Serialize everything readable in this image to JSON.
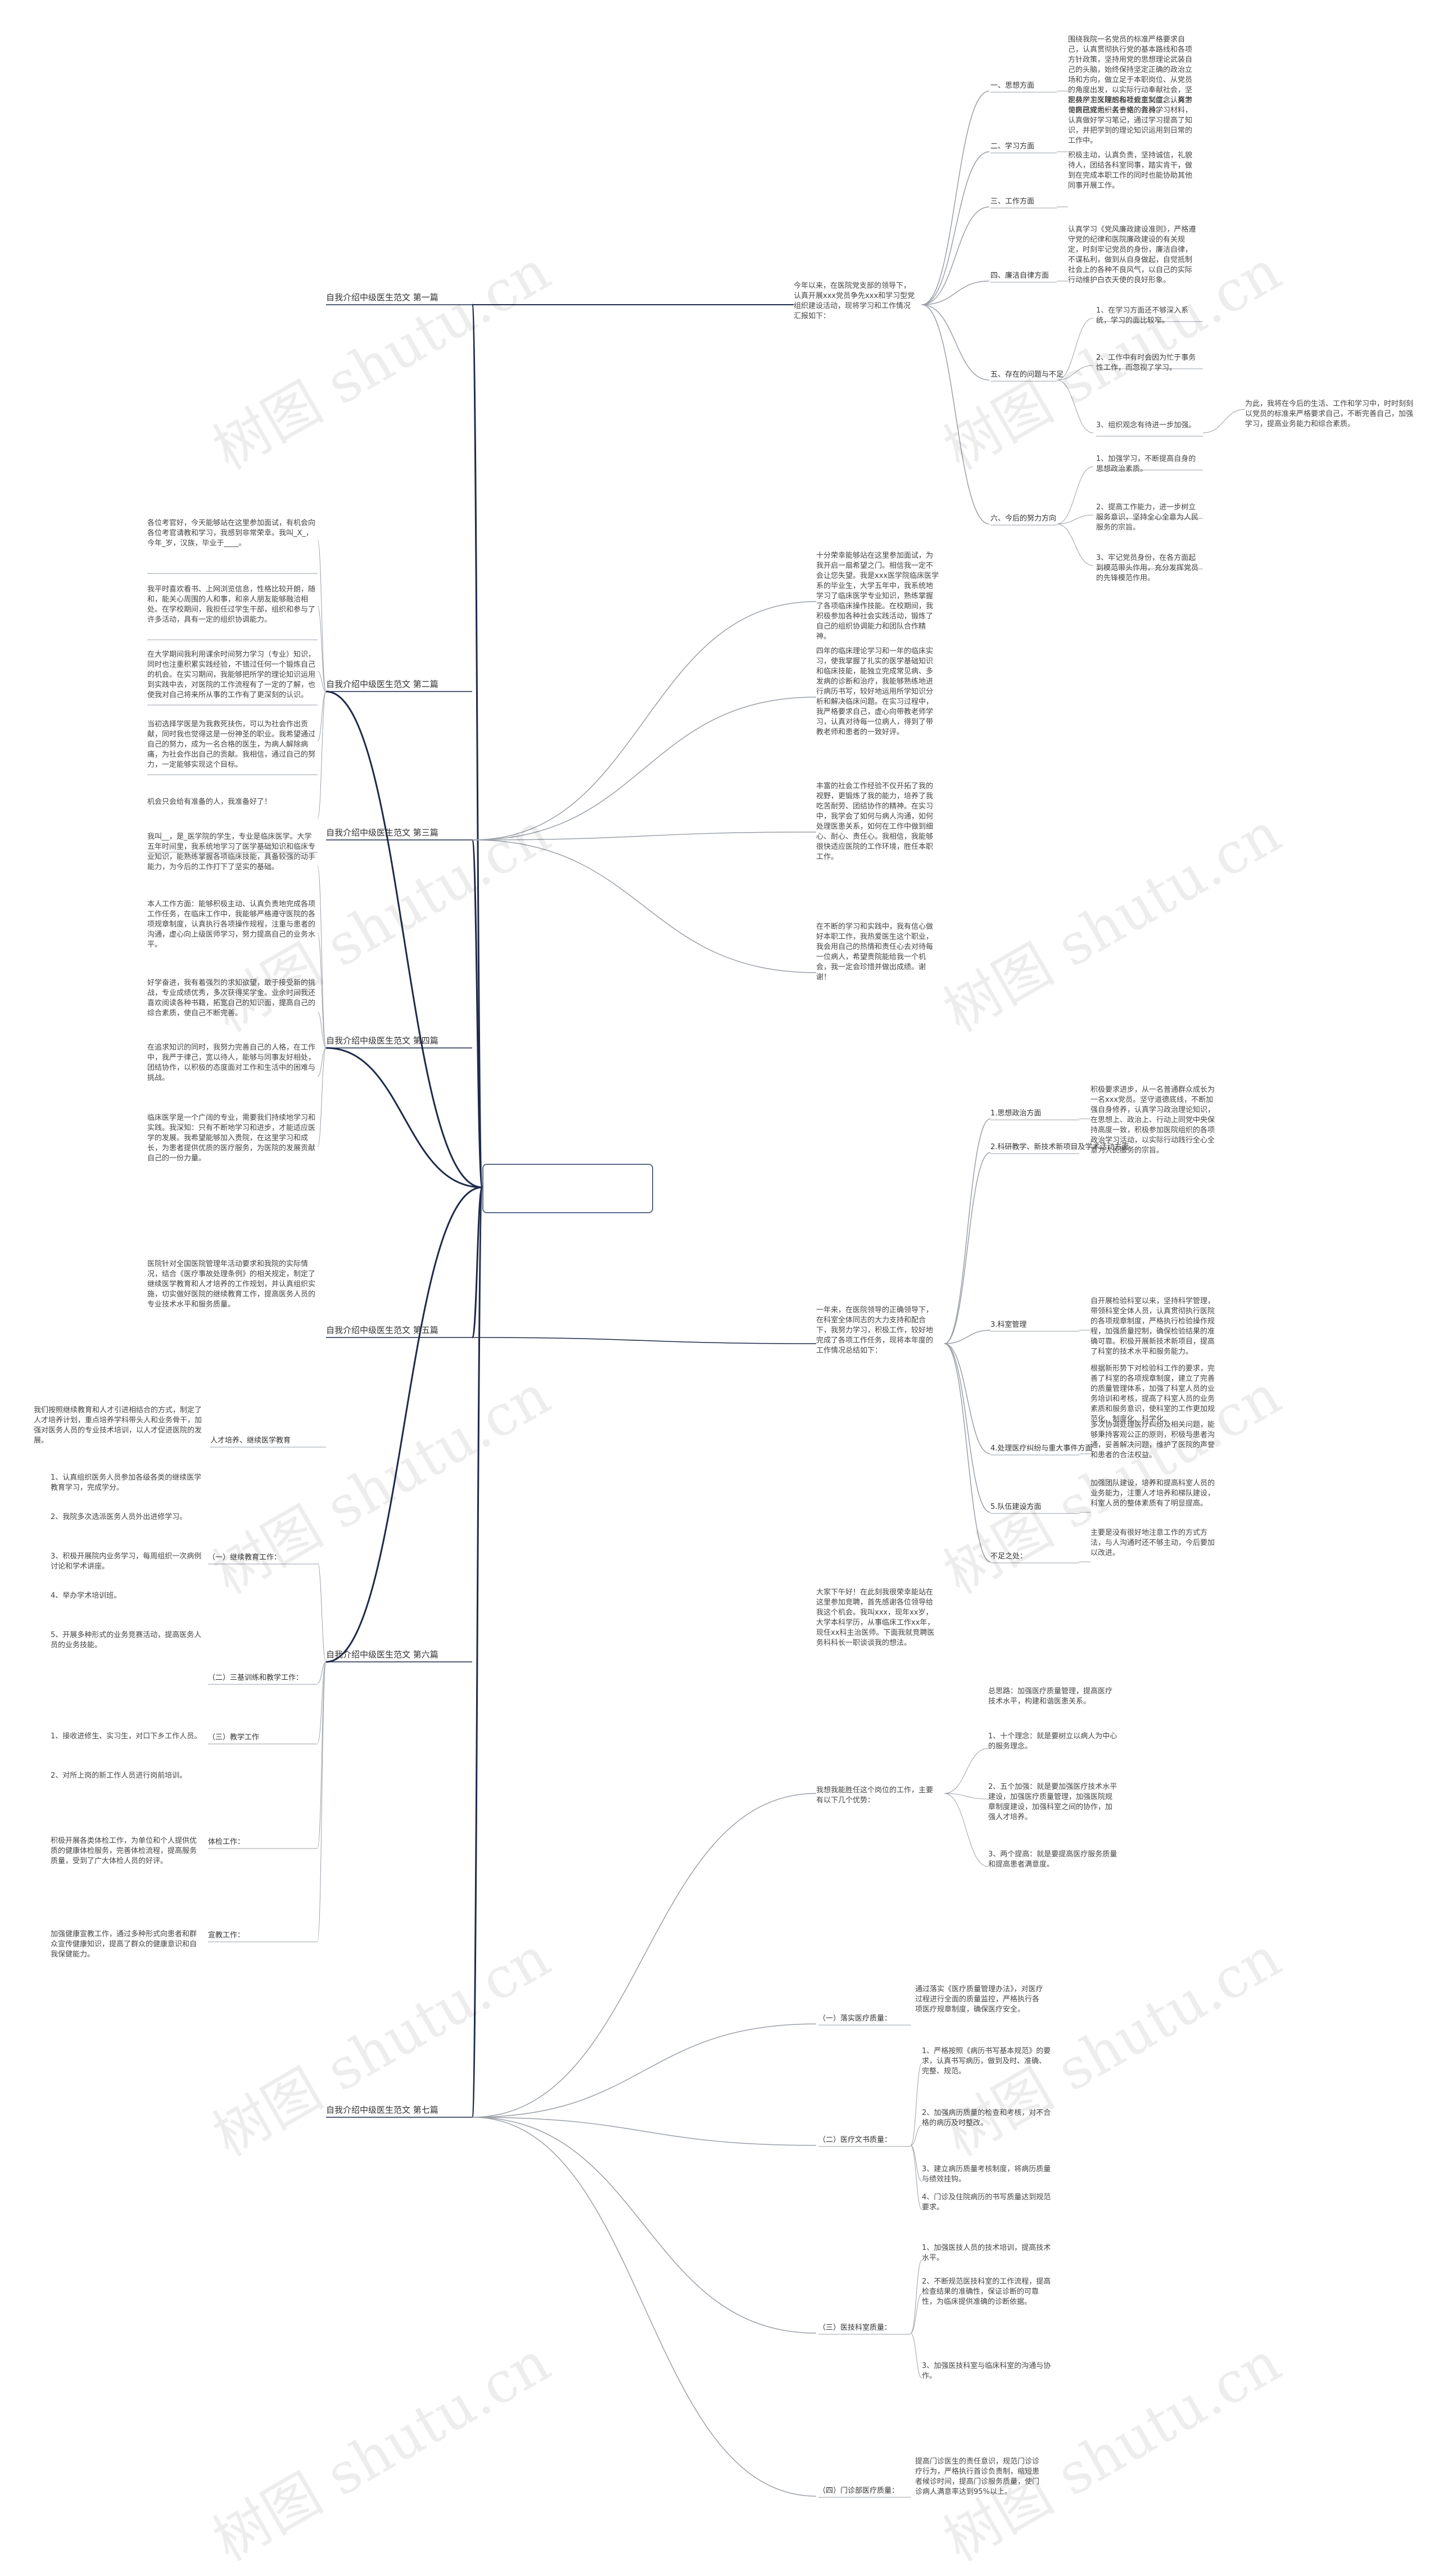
{
  "watermark": "树图 shutu.cn",
  "root": "",
  "branches": [
    {
      "label": "自我介绍中级医生范文 第一篇",
      "intro": "今年以来，在医院党支部的领导下，认真开展xxx党员争先xxx和学习型党组织建设活动，现将学习和工作情况汇报如下：",
      "subs": [
        {
          "label": "一、思想方面",
          "text": "围绕我院一名党员的标准严格要求自己，认真贯彻执行党的基本路线和各项方针政策，坚持用党的思想理论武装自己的头脑，始终保持坚定正确的政治立场和方向，做立足于本职岗位、从党员的角度出发，以实际行动奉献社会，坚定共产主义理想和社会主义信念，努力使自己成为一名合格的党员。"
        },
        {
          "label": "二、学习方面",
          "text": "积极学习医院的各项规章制度，认真学习医院党组织关于党的各种学习材料，认真做好学习笔记，通过学习提高了知识，并把学到的理论知识运用到日常的工作中。"
        },
        {
          "label": "三、工作方面",
          "text": "积极主动，认真负责，坚持诚信，礼貌待人，团结各科室同事，踏实肯干，做到在完成本职工作的同时也能协助其他同事开展工作。"
        },
        {
          "label": "四、廉洁自律方面",
          "text": "认真学习《党风廉政建设准则》，严格遵守党的纪律和医院廉政建设的有关规定，时刻牢记党员的身份，廉洁自律，不谋私利，做到从自身做起，自觉抵制社会上的各种不良风气，以自己的实际行动维护白衣天使的良好形象。"
        },
        {
          "label": "五、存在的问题与不足",
          "items": [
            "1、在学习方面还不够深入系统，学习的面比较窄。",
            "2、工作中有时会因为忙于事务性工作，而忽视了学习。",
            "3、组织观念有待进一步加强。"
          ],
          "note": "为此，我将在今后的生活、工作和学习中，时时刻刻以党员的标准来严格要求自己，不断完善自己，加强学习，提高业务能力和综合素质。"
        },
        {
          "label": "六、今后的努力方向",
          "items": [
            "1、加强学习，不断提高自身的思想政治素质。",
            "2、提高工作能力，进一步树立服务意识，坚持全心全意为人民服务的宗旨。",
            "3、牢记党员身份，在各方面起到模范带头作用，充分发挥党员的先锋模范作用。"
          ]
        }
      ]
    },
    {
      "label": "自我介绍中级医生范文 第二篇",
      "paras": [
        "各位考官好，今天能够站在这里参加面试，有机会向各位考官请教和学习，我感到非常荣幸。我叫_X_，今年_岁，汉族，毕业于____。",
        "我平时喜欢看书、上网浏览信息，性格比较开朗，随和，能关心周围的人和事，和亲人朋友能够融洽相处。在学校期间，我担任过学生干部，组织和参与了许多活动，具有一定的组织协调能力。",
        "在大学期间我利用课余时间努力学习（专业）知识，同时也注重积累实践经验，不错过任何一个锻炼自己的机会。在实习期间，我能够把所学的理论知识运用到实践中去，对医院的工作流程有了一定的了解，也使我对自己将来所从事的工作有了更深刻的认识。",
        "当初选择学医是为我救死扶伤，可以为社会作出贡献，同时我也觉得这是一份神圣的职业。我希望通过自己的努力，成为一名合格的医生，为病人解除病痛，为社会作出自己的贡献。我相信，通过自己的努力，一定能够实现这个目标。",
        "机会只会给有准备的人，我准备好了！"
      ]
    },
    {
      "label": "自我介绍中级医生范文 第三篇",
      "paras": [
        "十分荣幸能够站在这里参加面试，为我开启一扇希望之门。相信我一定不会让您失望。我是xxx医学院临床医学系的毕业生，大学五年中，我系统地学习了临床医学专业知识，熟练掌握了各项临床操作技能。在校期间，我积极参加各种社会实践活动，锻炼了自己的组织协调能力和团队合作精神。",
        "四年的临床理论学习和一年的临床实习，使我掌握了扎实的医学基础知识和临床技能，能独立完成常见病、多发病的诊断和治疗，我能够熟练地进行病历书写，较好地运用所学知识分析和解决临床问题。在实习过程中，我严格要求自己，虚心向带教老师学习，认真对待每一位病人，得到了带教老师和患者的一致好评。",
        "丰富的社会工作经验不仅开拓了我的视野，更锻炼了我的能力，培养了我吃苦耐劳、团结协作的精神。在实习中，我学会了如何与病人沟通，如何处理医患关系，如何在工作中做到细心、耐心、责任心。我相信，我能够很快适应医院的工作环境，胜任本职工作。",
        "在不断的学习和实践中，我有信心做好本职工作，我热爱医生这个职业，我会用自己的热情和责任心去对待每一位病人，希望贵院能给我一个机会，我一定会珍惜并做出成绩。谢谢！"
      ]
    },
    {
      "label": "自我介绍中级医生范文 第四篇",
      "paras": [
        "我叫__，是_医学院的学生，专业是临床医学。大学五年时间里，我系统地学习了医学基础知识和临床专业知识，能熟练掌握各项临床技能，具备较强的动手能力，为今后的工作打下了坚实的基础。",
        "本人工作方面：能够积极主动、认真负责地完成各项工作任务，在临床工作中，我能够严格遵守医院的各项规章制度，认真执行各项操作规程，注重与患者的沟通，虚心向上级医师学习，努力提高自己的业务水平。",
        "好学奋进，我有着强烈的求知欲望，敢于接受新的挑战，专业成绩优秀，多次获得奖学金。业余时间我还喜欢阅读各种书籍，拓宽自己的知识面，提高自己的综合素质，使自己不断完善。",
        "在追求知识的同时，我努力完善自己的人格，在工作中，我严于律己，宽以待人，能够与同事友好相处，团结协作，以积极的态度面对工作和生活中的困难与挑战。",
        "临床医学是一个广阔的专业，需要我们持续地学习和实践。我深知：只有不断地学习和进步，才能适应医学的发展。我希望能够加入贵院，在这里学习和成长，为患者提供优质的医疗服务，为医院的发展贡献自己的一份力量。"
      ]
    },
    {
      "label": "自我介绍中级医生范文 第五篇",
      "intro": "一年来，在医院领导的正确领导下，在科室全体同志的大力支持和配合下，我努力学习，积极工作，较好地完成了各项工作任务，现将本年度的工作情况总结如下：",
      "subs": [
        {
          "label": "1.思想政治方面",
          "text": "积极要求进步，从一名普通群众成长为一名xxx党员。坚守道德底线，不断加强自身修养，认真学习政治理论知识，在思想上、政治上、行动上同党中央保持高度一致，积极参加医院组织的各项政治学习活动，以实际行动践行全心全意为人民服务的宗旨。"
        },
        {
          "label": "2.科研教学、新技术新项目及学术活动方面"
        },
        {
          "label": "3.科室管理",
          "text": "自开展检验科室以来，坚持科学管理，带领科室全体人员，认真贯彻执行医院的各项规章制度，严格执行检验操作规程，加强质量控制，确保检验结果的准确可靠。积极开展新技术新项目，提高了科室的技术水平和服务能力。",
          "text2": "根据新形势下对检验科工作的要求，完善了科室的各项规章制度，建立了完善的质量管理体系，加强了科室人员的业务培训和考核，提高了科室人员的业务素质和服务意识，使科室的工作更加规范化、制度化、科学化。"
        },
        {
          "label": "4.处理医疗纠纷与重大事件方面",
          "text": "多次协调处理医疗纠纷及相关问题，能够秉持客观公正的原则，积极与患者沟通，妥善解决问题，维护了医院的声誉和患者的合法权益。"
        },
        {
          "label": "5.队伍建设方面",
          "text": "加强团队建设，培养和提高科室人员的业务能力，注重人才培养和梯队建设，科室人员的整体素质有了明显提高。"
        },
        {
          "label": "不足之处：",
          "text": "主要是没有很好地注意工作的方式方法，与人沟通时还不够主动，今后要加以改进。"
        }
      ]
    },
    {
      "label": "自我介绍中级医生范文 第六篇",
      "paras": [
        "医院针对全国医院管理年活动要求和我院的实际情况，结合《医疗事故处理条例》的相关规定，制定了继续医学教育和人才培养的工作规划，并认真组织实施，切实做好医院的继续教育工作，提高医务人员的专业技术水平和服务质量。"
      ],
      "top_note": "我们按照继续教育和人才引进相结合的方式，制定了人才培养计划，重点培养学科带头人和业务骨干，加强对医务人员的专业技术培训，以人才促进医院的发展。",
      "middle_label": "人才培养、继续医学教育",
      "groups": [
        {
          "label": "（一）继续教育工作：",
          "items": [
            "1、认真组织医务人员参加各级各类的继续医学教育学习，完成学分。",
            "2、我院多次选派医务人员外出进修学习。",
            "3、积极开展院内业务学习，每周组织一次病例讨论和学术讲座。",
            "4、举办学术培训班。",
            "5、开展多种形式的业务竞赛活动，提高医务人员的业务技能。"
          ]
        },
        {
          "label": "（二）三基训练和教学工作：",
          "items": []
        },
        {
          "label": "（三）教学工作",
          "items": [
            "1、接收进修生、实习生，对口下乡工作人员。",
            "2、对所上岗的新工作人员进行岗前培训。"
          ]
        },
        {
          "label": "体检工作：",
          "items": [
            "积极开展各类体检工作，为单位和个人提供优质的健康体检服务，完善体检流程，提高服务质量，受到了广大体检人员的好评。"
          ]
        },
        {
          "label": "宣教工作：",
          "items": [
            "加强健康宣教工作，通过多种形式向患者和群众宣传健康知识，提高了群众的健康意识和自我保健能力。"
          ]
        }
      ]
    },
    {
      "label": "自我介绍中级医生范文 第七篇",
      "intro": "大家下午好！在此刻我很荣幸能站在这里参加竞聘，首先感谢各位领导给我这个机会。我叫xxx，现年xx岁，大学本科学历，从事临床工作xx年，现任xx科主治医师。下面我就竞聘医务科科长一职谈谈我的想法。",
      "intro2": "我想我能胜任这个岗位的工作，主要有以下几个优势：",
      "points": [
        "1、十个理念：就是要树立以病人为中心的服务理念。",
        "2、五个加强：就是要加强医疗技术水平建设，加强医疗质量管理，加强医院规章制度建设，加强科室之间的协作，加强人才培养。",
        "3、两个提高：就是要提高医疗服务质量和提高患者满意度。"
      ],
      "points_intro": "总思路：加强医疗质量管理，提高医疗技术水平，构建和谐医患关系。",
      "groups": [
        {
          "label": "（一）落实医疗质量：",
          "text": "通过落实《医疗质量管理办法》，对医疗过程进行全面的质量监控，严格执行各项医疗规章制度，确保医疗安全。"
        },
        {
          "label": "（二）医疗文书质量：",
          "items": [
            "1、严格按照《病历书写基本规范》的要求，认真书写病历，做到及时、准确、完整、规范。",
            "2、加强病历质量的检查和考核，对不合格的病历及时整改。",
            "3、建立病历质量考核制度，将病历质量与绩效挂钩。",
            "4、门诊及住院病历的书写质量达到规范要求。"
          ]
        },
        {
          "label": "（三）医技科室质量：",
          "items": [
            "1、加强医技人员的技术培训，提高技术水平。",
            "2、不断规范医技科室的工作流程，提高检查结果的准确性，保证诊断的可靠性，为临床提供准确的诊断依据。",
            "3、加强医技科室与临床科室的沟通与协作。"
          ]
        },
        {
          "label": "（四）门诊部医疗质量：",
          "text": "提高门诊医生的责任意识，规范门诊诊疗行为，严格执行首诊负责制，缩短患者候诊时间，提高门诊服务质量，使门诊病人满意率达到95%以上。"
        }
      ]
    }
  ]
}
